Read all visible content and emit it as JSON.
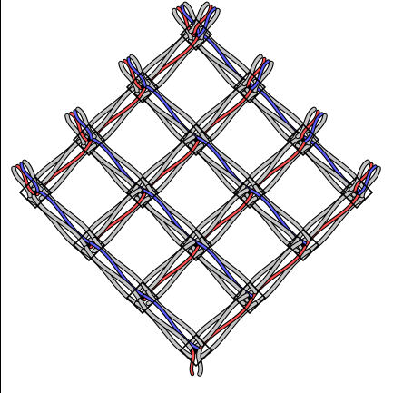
{
  "diagram": {
    "description_kind": "braided-lattice",
    "grid_rows": 4,
    "grid_cols": 4,
    "strand_colors": {
      "outline": "#000000",
      "gray": "#c4c4c4",
      "red": "#ff4d4d",
      "blue": "#5b5bff"
    },
    "node_marker_color": "#000000"
  }
}
